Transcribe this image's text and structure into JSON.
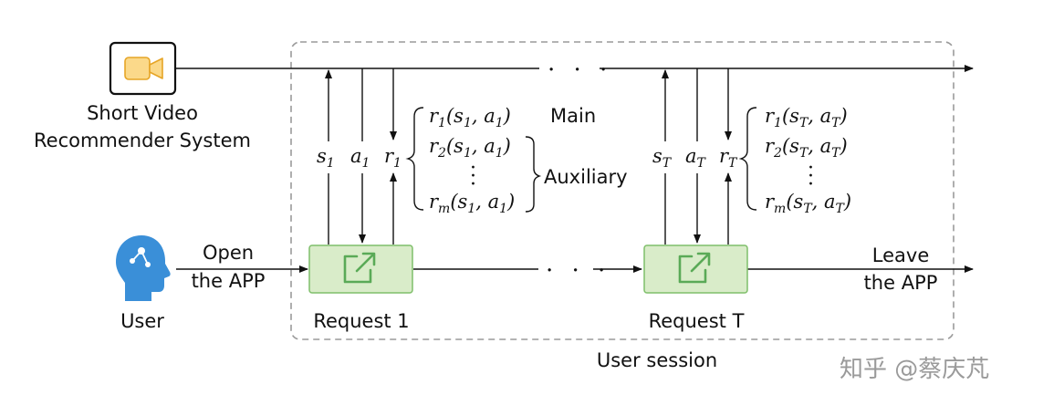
{
  "system": {
    "icon": "video-camera-icon",
    "line1": "Short Video",
    "line2": "Recommender System"
  },
  "user": {
    "icon": "user-head-icon",
    "label": "User"
  },
  "open_app": {
    "line1": "Open",
    "line2": "the APP"
  },
  "leave_app": {
    "line1": "Leave",
    "line2": "the APP"
  },
  "ellipsis": ". . .",
  "request_1": {
    "label": "Request 1",
    "icon": "external-link-icon"
  },
  "request_t": {
    "label": "Request T",
    "icon": "external-link-icon"
  },
  "session_label": "User session",
  "first": {
    "s": "s",
    "s_sub": "1",
    "a": "a",
    "a_sub": "1",
    "r": "r",
    "r_sub": "1",
    "rewards": [
      {
        "r": "r",
        "sub": "1",
        "args": "(s",
        "arg_sub1": "1",
        "mid": ", a",
        "arg_sub2": "1",
        "end": ")"
      },
      {
        "r": "r",
        "sub": "2",
        "args": "(s",
        "arg_sub1": "1",
        "mid": ", a",
        "arg_sub2": "1",
        "end": ")"
      },
      {
        "r": "r",
        "sub": "m",
        "args": "(s",
        "arg_sub1": "1",
        "mid": ", a",
        "arg_sub2": "1",
        "end": ")"
      }
    ]
  },
  "last": {
    "s": "s",
    "s_sub": "T",
    "a": "a",
    "a_sub": "T",
    "r": "r",
    "r_sub": "T",
    "rewards": [
      {
        "r": "r",
        "sub": "1",
        "args": "(s",
        "arg_sub1": "T",
        "mid": ", a",
        "arg_sub2": "T",
        "end": ")"
      },
      {
        "r": "r",
        "sub": "2",
        "args": "(s",
        "arg_sub1": "T",
        "mid": ", a",
        "arg_sub2": "T",
        "end": ")"
      },
      {
        "r": "r",
        "sub": "m",
        "args": "(s",
        "arg_sub1": "T",
        "mid": ", a",
        "arg_sub2": "T",
        "end": ")"
      }
    ]
  },
  "main_label": "Main",
  "auxiliary_label": "Auxiliary",
  "watermark": "知乎 @蔡庆芃",
  "colors": {
    "camera_fill": "#fbd98a",
    "camera_stroke": "#e6a526",
    "request_fill": "#d9ecc9",
    "request_stroke": "#7fbf6a",
    "link_icon": "#5aaa57",
    "user_blue": "#3a8fd8",
    "session_border": "#9a9a9a",
    "watermark": "#9a9a9a"
  }
}
